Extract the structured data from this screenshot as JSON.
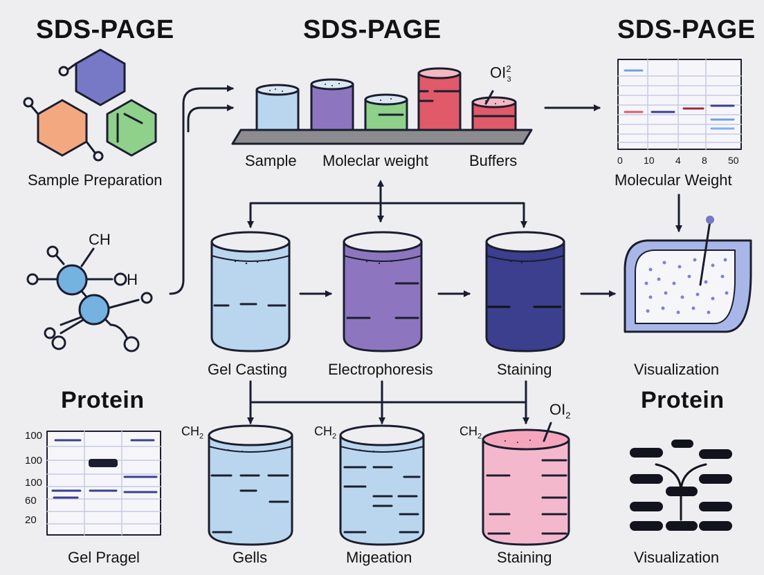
{
  "headers": {
    "left": "SDS-PAGE",
    "center": "SDS-PAGE",
    "right": "SDS-PAGE",
    "protein_left": "Protein",
    "protein_right": "Protein"
  },
  "captions": {
    "sample_preparation": "Sample Preparation",
    "sample": "Sample",
    "molecular_weight_top": "Moleclar weight",
    "buffers": "Buffers",
    "molecular_weight_right": "Molecular Weight",
    "gel_casting": "Gel Casting",
    "electrophoresis": "Electrophoresis",
    "staining_mid": "Staining",
    "visualization_mid": "Visualization",
    "gel_pragel": "Gel Pragel",
    "gells": "Gells",
    "migeation": "Migeation",
    "staining_bottom": "Staining",
    "visualization_bottom": "Visualization"
  },
  "chem_labels": {
    "ch_top": "CH",
    "oh": "OH",
    "oi_top": "OI",
    "oi_top_sup": "2",
    "oi_top_sub": "3",
    "ch2_gells": "CH",
    "ch2_migeation": "CH",
    "ch2_staining": "CH",
    "ch_sub": "2",
    "oi_staining": "OI",
    "oi_staining_sub": "2"
  },
  "right_gel_ticks": [
    "0",
    "10",
    "4",
    "8",
    "50"
  ],
  "left_gel_ticks": [
    "100",
    "100",
    "100",
    "60",
    "20"
  ],
  "colors": {
    "background": "#eeeef0",
    "light_blue": "#b9d6ee",
    "purple": "#8d76bf",
    "navy": "#3b3f8e",
    "green": "#8fd08a",
    "orange": "#f4a880",
    "red": "#e05a6a",
    "pink": "#f4b8cc",
    "outline": "#1a1d2e"
  }
}
